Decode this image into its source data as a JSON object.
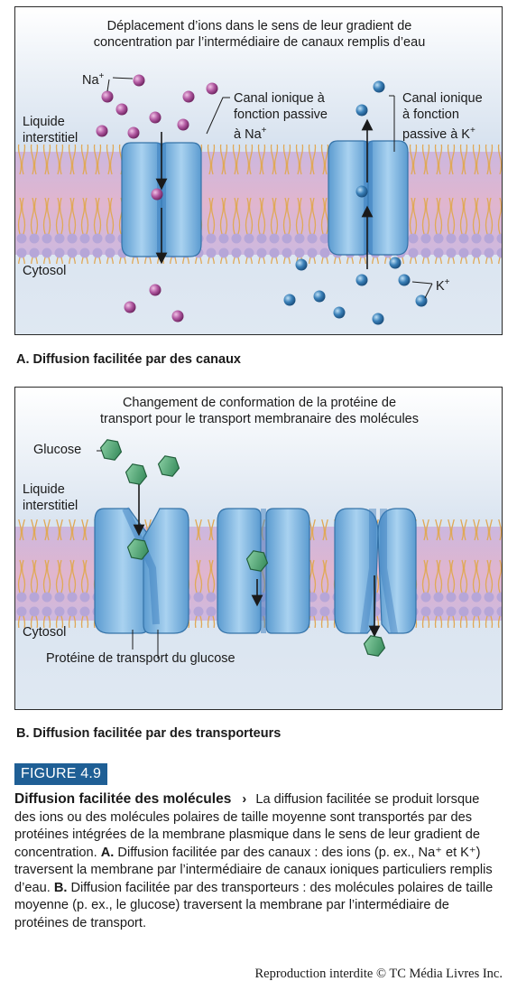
{
  "panelA": {
    "title_line1": "Déplacement d’ions dans le sens de leur gradient de",
    "title_line2": "concentration par l’intermédiaire de canaux remplis d’eau",
    "na_label": "Na",
    "na_sup": "+",
    "liquid_line1": "Liquide",
    "liquid_line2": "interstitiel",
    "na_channel_line1": "Canal ionique à",
    "na_channel_line2": "fonction passive",
    "na_channel_line3": "à Na",
    "na_channel_sup": "+",
    "k_channel_line1": "Canal ionique",
    "k_channel_line2": "à fonction",
    "k_channel_line3": "passive à K",
    "k_channel_sup": "+",
    "cytosol": "Cytosol",
    "k_label": "K",
    "k_sup": "+",
    "caption": "A. Diffusion facilitée par des canaux"
  },
  "panelB": {
    "title_line1": "Changement de conformation de la protéine de",
    "title_line2": "transport pour le transport membranaire des molécules",
    "glucose_label": "Glucose",
    "liquid_line1": "Liquide",
    "liquid_line2": "interstitiel",
    "cytosol": "Cytosol",
    "transporter_label": "Protéine de transport du glucose",
    "caption": "B. Diffusion facilitée par des transporteurs"
  },
  "figure_tag": "FIGURE 4.9",
  "body": {
    "lead": "Diffusion facilitée des molécules",
    "chevron": "›",
    "text": "La diffusion facilitée se produit lorsque des ions ou des molécules polaires de taille moyenne sont transportés par des protéines intégrées de la membrane plasmique dans le sens de leur gradient de concentration.",
    "a_label": "A.",
    "a_text": "Diffusion facilitée par des canaux : des ions (p. ex., Na⁺ et K⁺) traversent la membrane par l’intermédiaire de canaux ioniques particuliers remplis d’eau.",
    "b_label": "B.",
    "b_text": "Diffusion facilitée par des transporteurs : des molécules polaires de taille moyenne (p. ex., le glucose) traversent la membrane par l’intermédiaire de protéines de transport."
  },
  "footer": "Reproduction interdite © TC Média Livres Inc.",
  "colors": {
    "na_ion": "#a0408f",
    "k_ion": "#2d6fa6",
    "protein": "#8fc0e6",
    "protein_dark": "#3f86c4",
    "glucose": "#3f9a63",
    "lipid_tail": "#e7b0c4",
    "lipid_head": "#b8a8d8",
    "figure_tag_bg": "#1f5f95"
  }
}
